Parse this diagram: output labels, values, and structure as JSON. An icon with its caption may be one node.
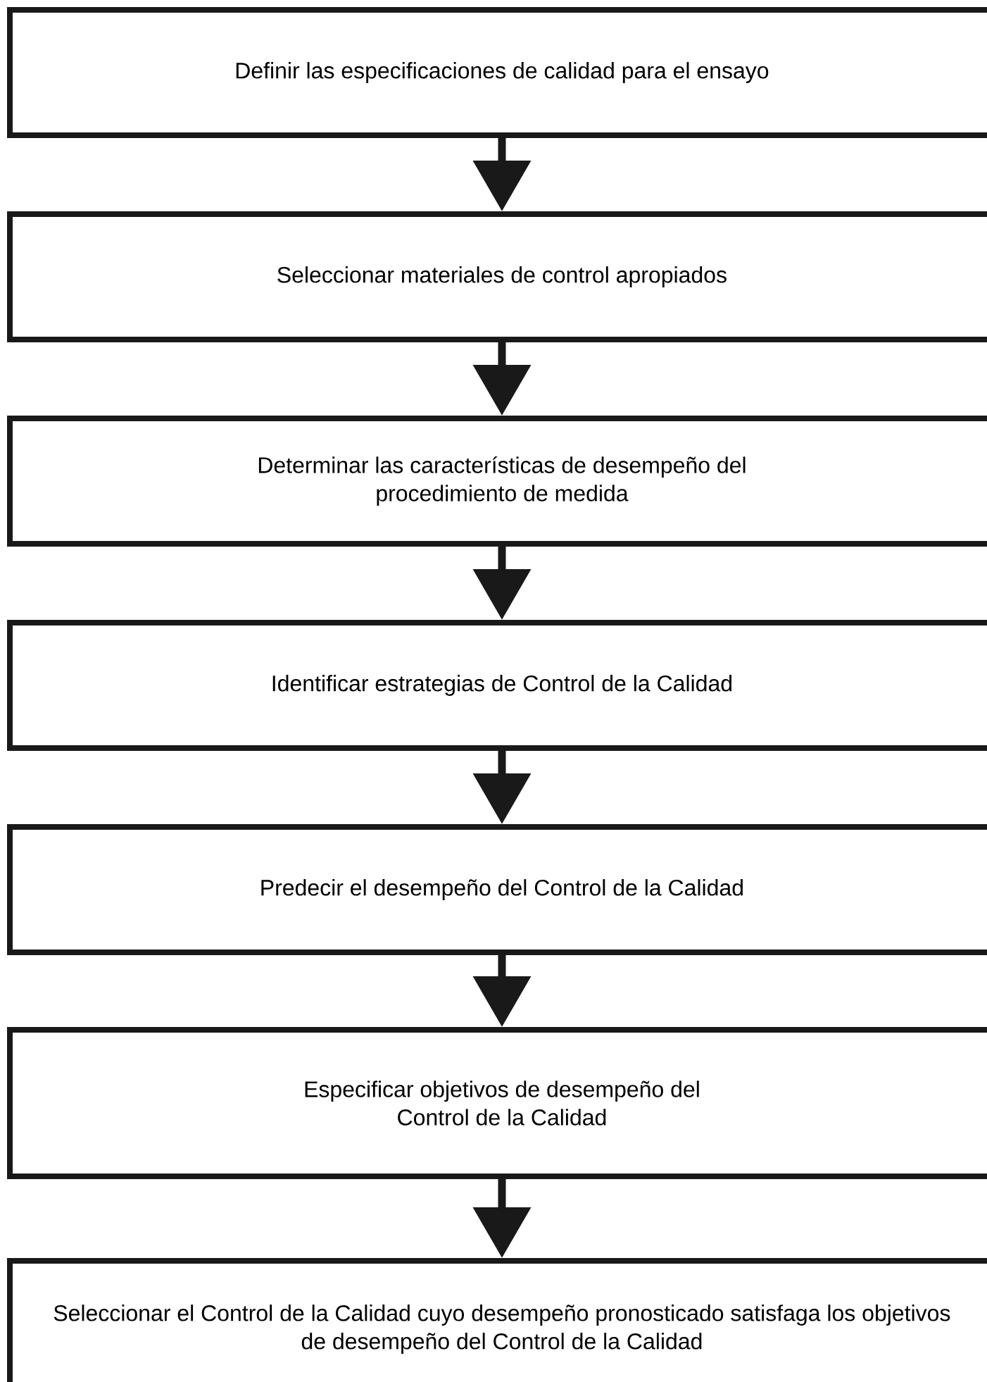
{
  "diagram": {
    "nodes": [
      {
        "text": [
          "Definir las especificaciones de calidad para el ensayo"
        ]
      },
      {
        "text": [
          "Seleccionar materiales de control apropiados"
        ]
      },
      {
        "text": [
          "Determinar las características de desempeño del procedimiento de medida"
        ]
      },
      {
        "text": [
          "Identificar estrategias de Control de la Calidad"
        ]
      },
      {
        "text": [
          "Predecir el desempeño del Control de la Calidad"
        ]
      },
      {
        "text": [
          "Especificar objetivos de desempeño del Control de la Calidad"
        ]
      },
      {
        "text": [
          "Seleccionar el Control de la Calidad cuyo desempeño pronosticado satisfaga los objetivos de desempeño del Control de la Calidad"
        ]
      }
    ],
    "edges": [
      {
        "from": 0,
        "to": 1,
        "arrow": "to"
      },
      {
        "from": 1,
        "to": 2,
        "arrow": "to"
      },
      {
        "from": 2,
        "to": 3,
        "arrow": "to"
      },
      {
        "from": 3,
        "to": 4,
        "arrow": "to"
      },
      {
        "from": 4,
        "to": 5,
        "arrow": "to"
      },
      {
        "from": 5,
        "to": 6,
        "arrow": "to"
      }
    ]
  }
}
